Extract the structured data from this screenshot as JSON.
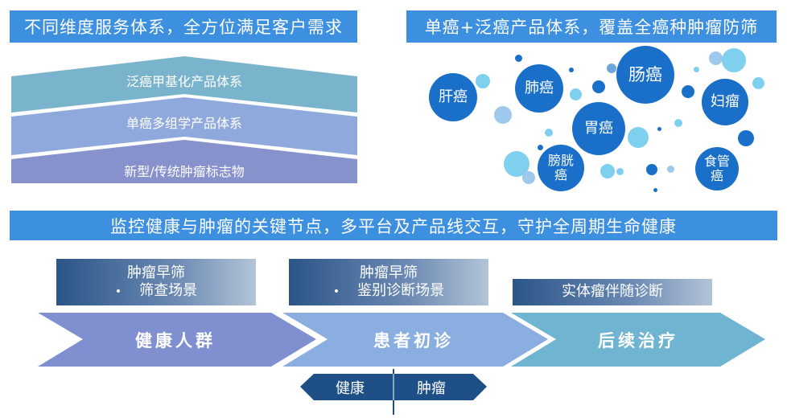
{
  "banners": {
    "service_system": "不同维度服务体系，全方位满足客户需求",
    "product_system": "单癌+泛癌产品体系，覆盖全癌种肿瘤防筛",
    "lifecycle": "监控健康与肿瘤的关键节点，多平台及产品线交互，守护全周期生命健康"
  },
  "pyramid": {
    "layers": [
      "泛癌甲基化产品体系",
      "单癌多组学产品体系",
      "新型/传统肿瘤标志物"
    ],
    "colors": [
      "#7ab3cc",
      "#8fa9dc",
      "#8791cc"
    ]
  },
  "bubbles": {
    "liver": "肝癌",
    "lung": "肺癌",
    "intestine": "肠癌",
    "stomach": "胃癌",
    "ovary": "妇瘤",
    "bladder": "膀胱癌",
    "esophagus": "食管癌"
  },
  "stages": [
    {
      "name": "健康人群",
      "lines": [
        "肿瘤早筛",
        "筛查场景"
      ]
    },
    {
      "name": "患者初诊",
      "lines": [
        "肿瘤早筛",
        "鉴别诊断场景"
      ]
    },
    {
      "name": "后续治疗",
      "lines": [
        "实体瘤伴随诊断"
      ]
    }
  ],
  "axis": {
    "left": "健康",
    "right": "肿瘤"
  },
  "colors": {
    "banner": "#3d8fe0",
    "bubble_main": "#1a6fc9",
    "arrow1": "#7f8fcf",
    "arrow2": "#8aaee0",
    "arrow3": "#6fb4d0",
    "axis": "#1e4f86"
  }
}
